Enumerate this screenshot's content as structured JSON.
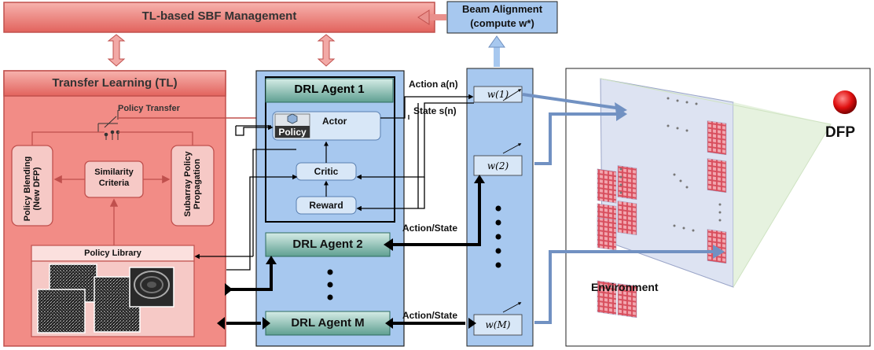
{
  "header": {
    "sbf_management": "TL-based SBF Management",
    "beam_alignment": "Beam Alignment",
    "beam_alignment_sub": "(compute w*)"
  },
  "tl": {
    "title": "Transfer Learning (TL)",
    "policy_transfer": "Policy Transfer",
    "policy_blending": "Policy Blending (New DFP)",
    "similarity": "Similarity Criteria",
    "subarray_propagation": "Subarray Policy Propagation",
    "policy_library": "Policy Library"
  },
  "agents": {
    "agent1_title": "DRL Agent 1",
    "actor": "Actor",
    "policy_tag": "Policy",
    "critic": "Critic",
    "reward": "Reward",
    "agent2_title": "DRL Agent 2",
    "agentM_title": "DRL Agent M",
    "action_n": "Action a(n)",
    "state_n": "State s(n)",
    "action_state_1": "Action/State",
    "action_state_2": "Action/State"
  },
  "beam": {
    "w1": "w(1)",
    "w2": "w(2)",
    "wM": "w(M)"
  },
  "environment": {
    "label": "Environment",
    "dfp": "DFP"
  }
}
